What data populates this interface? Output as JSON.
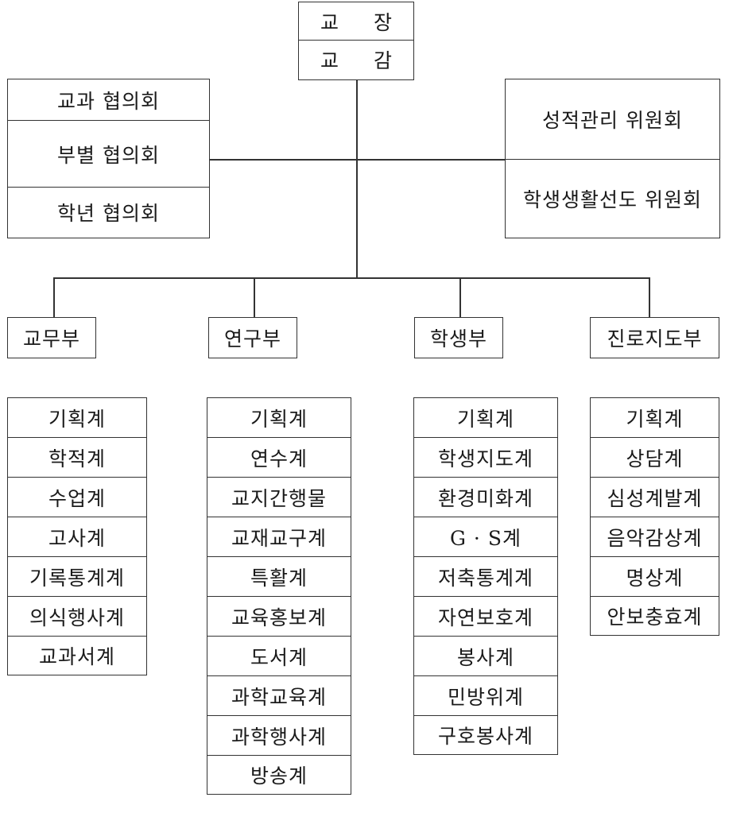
{
  "top": {
    "principal": "교 장",
    "vice_principal": "교 감"
  },
  "councils": [
    "교과 협의회",
    "부별 협의회",
    "학년 협의회"
  ],
  "committees": [
    "성적관리 위원회",
    "학생생활선도 위원회"
  ],
  "departments": [
    {
      "name": "교무부",
      "items": [
        "기획계",
        "학적계",
        "수업계",
        "고사계",
        "기록통계계",
        "의식행사계",
        "교과서계"
      ]
    },
    {
      "name": "연구부",
      "items": [
        "기획계",
        "연수계",
        "교지간행물",
        "교재교구계",
        "특활계",
        "교육홍보계",
        "도서계",
        "과학교육계",
        "과학행사계",
        "방송계"
      ]
    },
    {
      "name": "학생부",
      "items": [
        "기획계",
        "학생지도계",
        "환경미화계",
        "G · S계",
        "저축통계계",
        "자연보호계",
        "봉사계",
        "민방위계",
        "구호봉사계"
      ]
    },
    {
      "name": "진로지도부",
      "items": [
        "기획계",
        "상담계",
        "심성계발계",
        "음악감상계",
        "명상계",
        "안보충효계"
      ]
    }
  ]
}
